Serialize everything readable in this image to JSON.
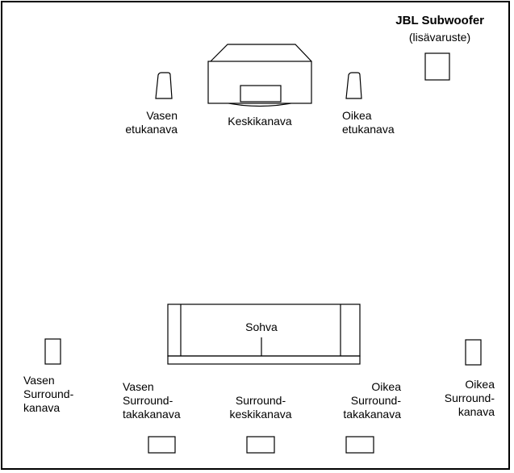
{
  "subwoofer": {
    "title": "JBL Subwoofer",
    "subtitle": "(lisävaruste)"
  },
  "speakers": {
    "front_left": [
      "Vasen",
      "etukanava"
    ],
    "center": [
      "Keskikanava"
    ],
    "front_right": [
      "Oikea",
      "etukanava"
    ],
    "surround_left": [
      "Vasen",
      "Surround-",
      "kanava"
    ],
    "surround_back_left": [
      "Vasen",
      "Surround-",
      "takakanava"
    ],
    "surround_back_center": [
      "Surround-",
      "keskikanava"
    ],
    "surround_back_right": [
      "Oikea",
      "Surround-",
      "takakanava"
    ],
    "surround_right": [
      "Oikea",
      "Surround-",
      "kanava"
    ]
  },
  "sofa": {
    "label": "Sohva"
  },
  "colors": {
    "line": "#000000",
    "background": "#ffffff"
  }
}
